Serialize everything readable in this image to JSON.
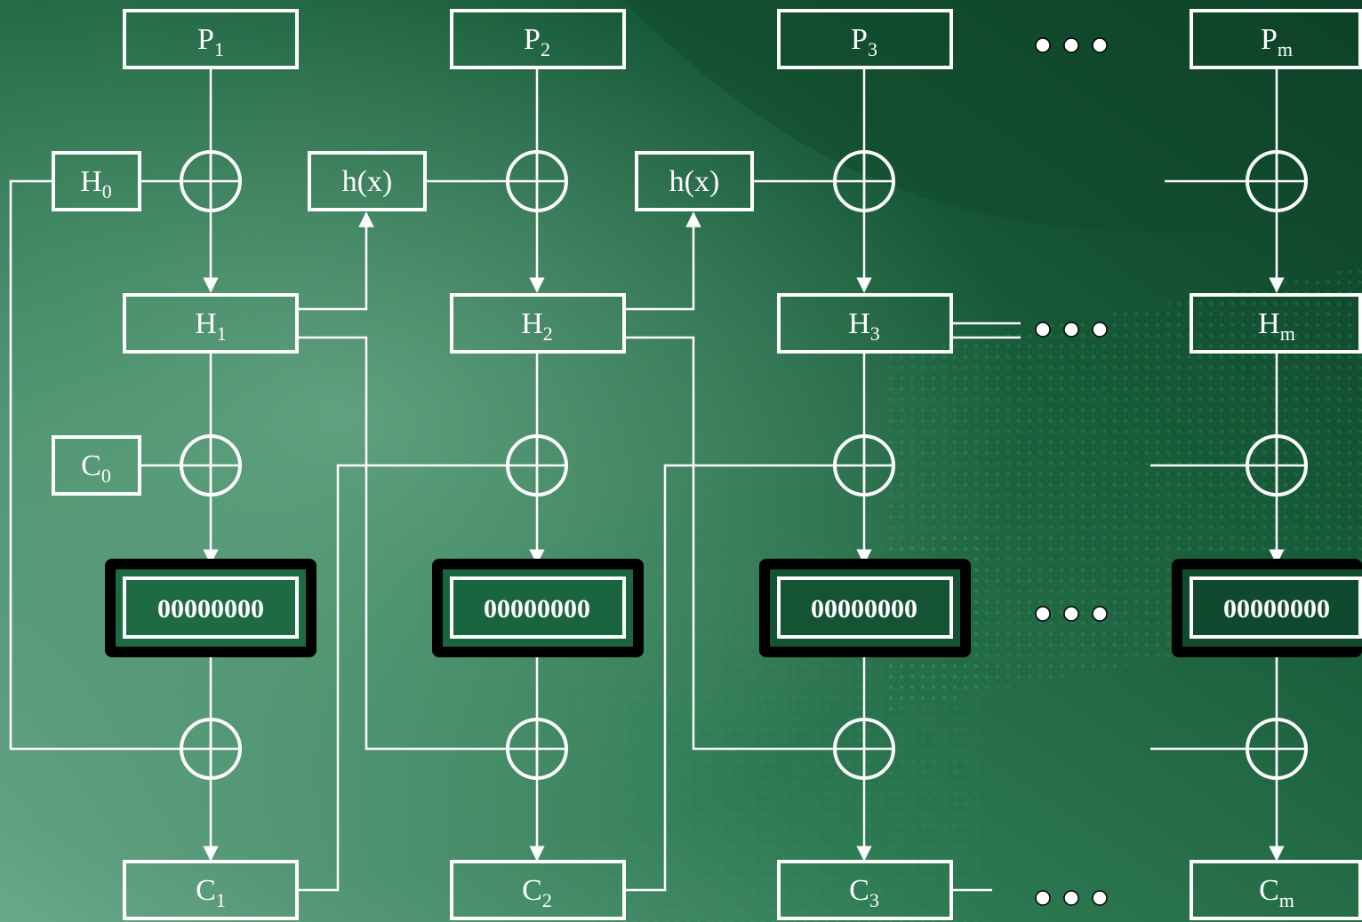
{
  "colors": {
    "background_dark": "#0f3d26",
    "background_mid": "#1f6e45",
    "background_light": "#6aa88a",
    "line": "#ffffff",
    "cipher_block_border": "#000000"
  },
  "columns": [
    {
      "plaintext": {
        "main": "P",
        "sub": "1"
      },
      "state": {
        "main": "H",
        "sub": "1"
      },
      "bits": "00000000",
      "ciphertext": {
        "main": "C",
        "sub": "1"
      }
    },
    {
      "plaintext": {
        "main": "P",
        "sub": "2"
      },
      "state": {
        "main": "H",
        "sub": "2"
      },
      "bits": "00000000",
      "ciphertext": {
        "main": "C",
        "sub": "2"
      }
    },
    {
      "plaintext": {
        "main": "P",
        "sub": "3"
      },
      "state": {
        "main": "H",
        "sub": "3"
      },
      "bits": "00000000",
      "ciphertext": {
        "main": "C",
        "sub": "3"
      }
    },
    {
      "plaintext": {
        "main": "P",
        "sub": "m"
      },
      "state": {
        "main": "H",
        "sub": "m"
      },
      "bits": "00000000",
      "ciphertext": {
        "main": "C",
        "sub": "m"
      }
    }
  ],
  "initial_hash": {
    "main": "H",
    "sub": "0"
  },
  "initial_cipher": {
    "main": "C",
    "sub": "0"
  },
  "hash_function_label": "h(x)",
  "ellipsis_symbol": "xor-circle",
  "continuation_dots": "dots-icon"
}
